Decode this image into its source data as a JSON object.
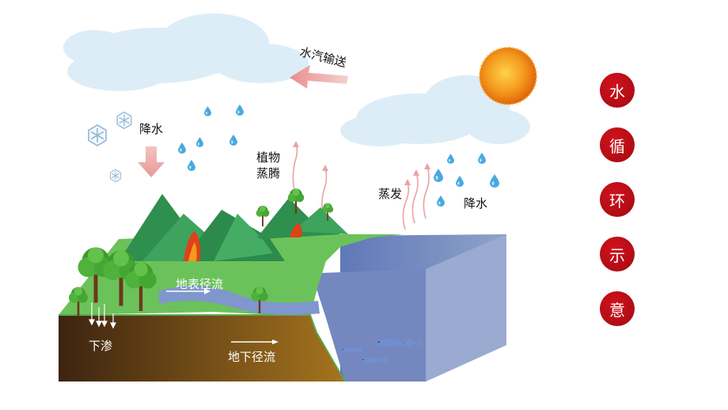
{
  "labels": {
    "vapor_transport": "水汽输送",
    "precip_left": "降水",
    "plant_transpiration_1": "植物",
    "plant_transpiration_2": "蒸腾",
    "evaporation": "蒸发",
    "precip_right": "降水",
    "surface_runoff": "地表径流",
    "infiltration": "下渗",
    "underground_runoff": "地下径流"
  },
  "title_chars": [
    "水",
    "循",
    "环",
    "示",
    "意"
  ],
  "colors": {
    "title_red": "#c0101a",
    "ground_green": "#6cc25a",
    "mountain_green": "#3a9a5c",
    "ocean_blue": "#7f95c7",
    "soil_dark": "#4a2a10",
    "soil_light": "#9a6a20",
    "sky_cloud": "#d7ebf6",
    "sun_orange": "#f08a1a"
  },
  "icons": [
    "sun-icon",
    "cloud-icon",
    "raindrop-icon",
    "snowflake-icon",
    "arrow-icon",
    "tree-icon",
    "fish-icon",
    "fire-icon"
  ]
}
